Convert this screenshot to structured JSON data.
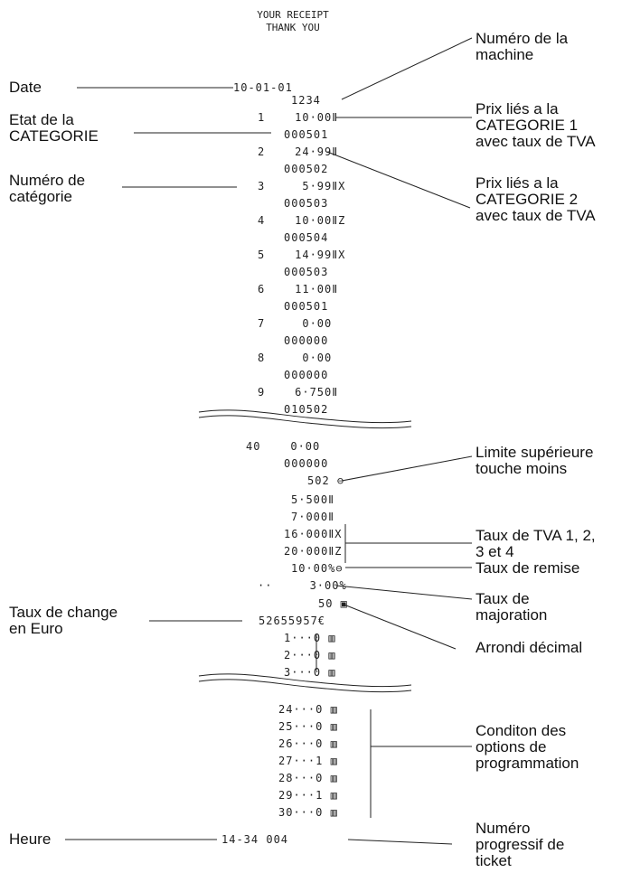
{
  "receipt": {
    "header": [
      "YOUR RECEIPT",
      "THANK YOU"
    ],
    "top_lines": [
      "10-01-01",
      "1234",
      "1    10·00Ⅱ",
      "000501",
      "2    24·99Ⅱ",
      "000502",
      "3     5·99ⅡX",
      "000503",
      "4    10·00ⅡZ",
      "000504",
      "5    14·99ⅡX",
      "000503",
      "6    11·00Ⅱ",
      "000501",
      "7     0·00",
      "000000",
      "8     0·00",
      "000000",
      "9    6·750Ⅱ",
      "010502"
    ],
    "mid_lines": [
      "40    0·00",
      "000000",
      "502 ⊖",
      "5·500Ⅱ",
      "7·000Ⅱ",
      "16·000ⅡX",
      "20·000ⅡZ",
      "10·00%⊖",
      "··     3·00%",
      "50 ▣",
      "52655957€",
      "1···0 ▥",
      "2···0 ▥",
      "3···0 ▥"
    ],
    "bottom_lines": [
      "24···0 ▥",
      "25···0 ▥",
      "26···0 ▥",
      "27···1 ▥",
      "28···0 ▥",
      "29···1 ▥",
      "30···0 ▥",
      "14-34 004"
    ]
  },
  "labels_left": {
    "date": "Date",
    "etat": "Etat de la\nCATEGORIE",
    "numero_cat": "Numéro de\ncatégorie",
    "taux_change": "Taux de change\nen Euro",
    "heure": "Heure"
  },
  "labels_right": {
    "machine": "Numéro de la\nmachine",
    "prix1": "Prix liés a la\nCATEGORIE 1\navec taux de TVA",
    "prix2": "Prix liés a la\nCATEGORIE 2\navec taux de TVA",
    "limite": "Limite supérieure\ntouche moins",
    "tva": "Taux de TVA 1, 2,\n3 et 4",
    "remise": "Taux de remise",
    "majoration": "Taux de\nmajoration",
    "arrondi": "Arrondi décimal",
    "conditon": "Conditon des\noptions de\nprogrammation",
    "progressif": "Numéro\nprogressif de\nticket"
  }
}
